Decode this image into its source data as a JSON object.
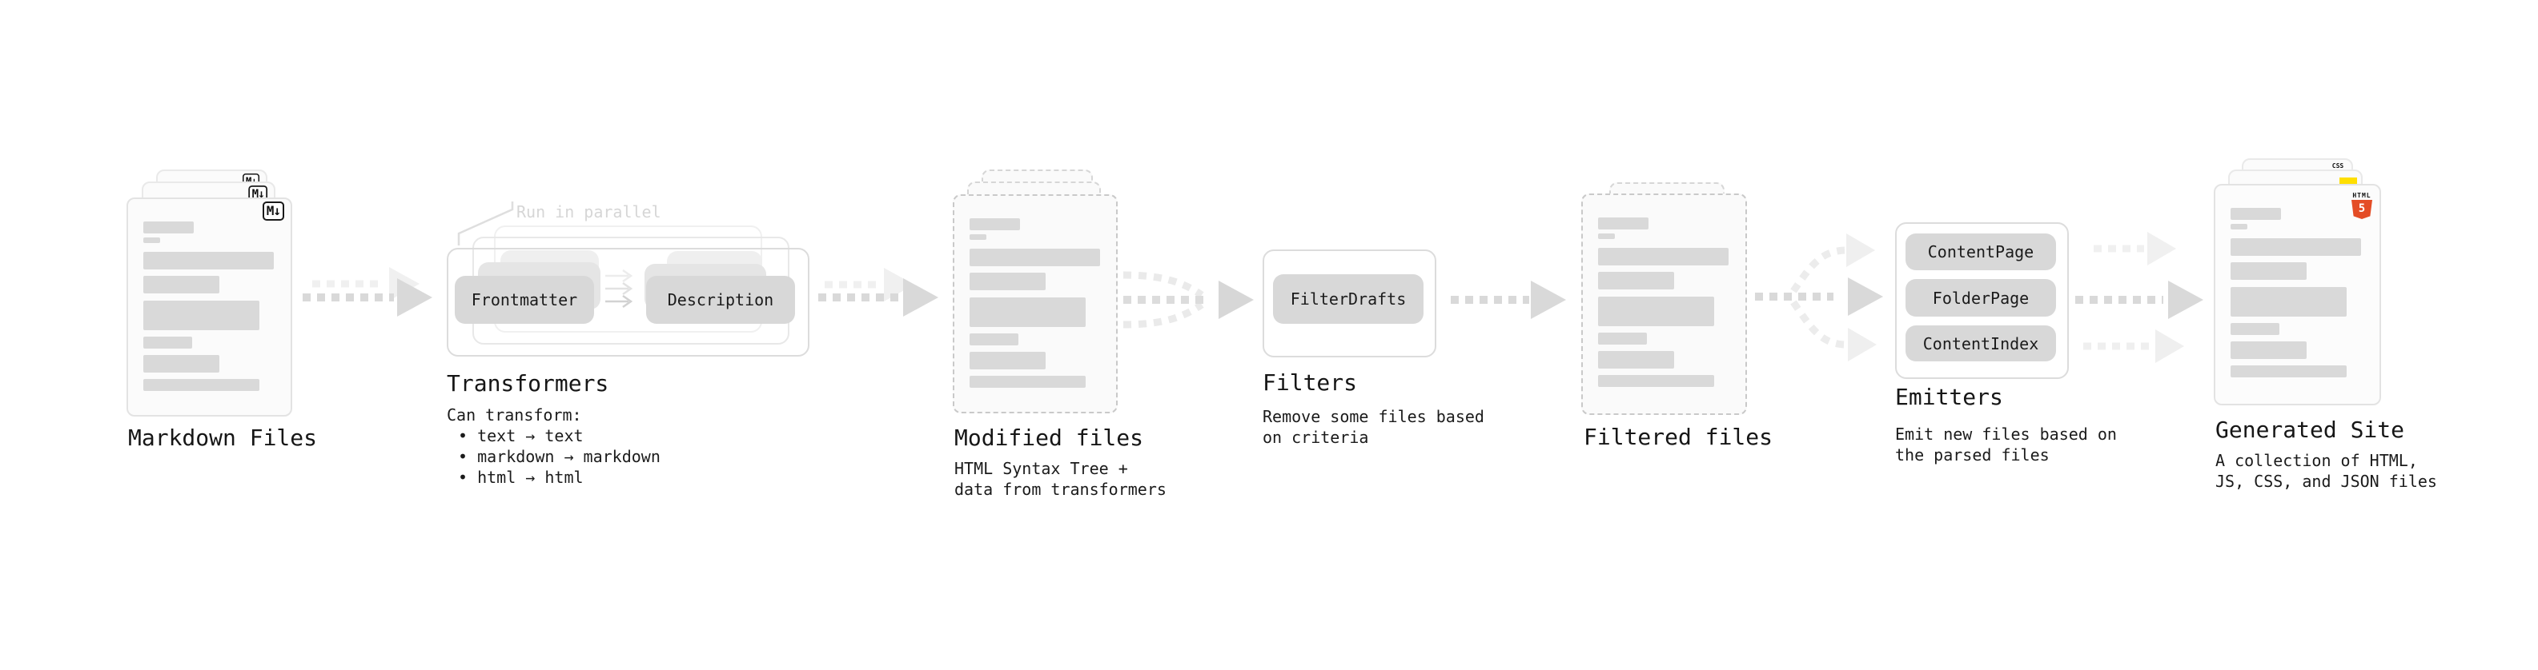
{
  "diagram": {
    "markdown_files": {
      "title": "Markdown Files",
      "badge": "M↓"
    },
    "transformers": {
      "note": "Run in parallel",
      "pill_left": "Frontmatter",
      "pill_right": "Description",
      "title": "Transformers",
      "body_heading": "Can transform:",
      "bullets": [
        "• text → text",
        "• markdown → markdown",
        "• html → html"
      ]
    },
    "modified_files": {
      "title": "Modified files",
      "body": [
        "HTML Syntax Tree +",
        "data from transformers"
      ]
    },
    "filters": {
      "pill": "FilterDrafts",
      "title": "Filters",
      "body": [
        "Remove some files based",
        "on criteria"
      ]
    },
    "filtered_files": {
      "title": "Filtered files"
    },
    "emitters": {
      "pills": [
        "ContentPage",
        "FolderPage",
        "ContentIndex"
      ],
      "title": "Emitters",
      "body": [
        "Emit new files based on",
        "the parsed files"
      ]
    },
    "generated_site": {
      "title": "Generated Site",
      "body": [
        "A collection of HTML,",
        "JS, CSS, and JSON files"
      ],
      "badges": {
        "css_label": "CSS",
        "html_label": "HTML",
        "html_number": "5"
      }
    },
    "colors": {
      "js_yellow": "#ffdf00",
      "css_blue": "#2563eb",
      "html_orange": "#e44d26",
      "arrow_gray": "#d9d9d9",
      "arrow_light": "#efefef"
    }
  }
}
